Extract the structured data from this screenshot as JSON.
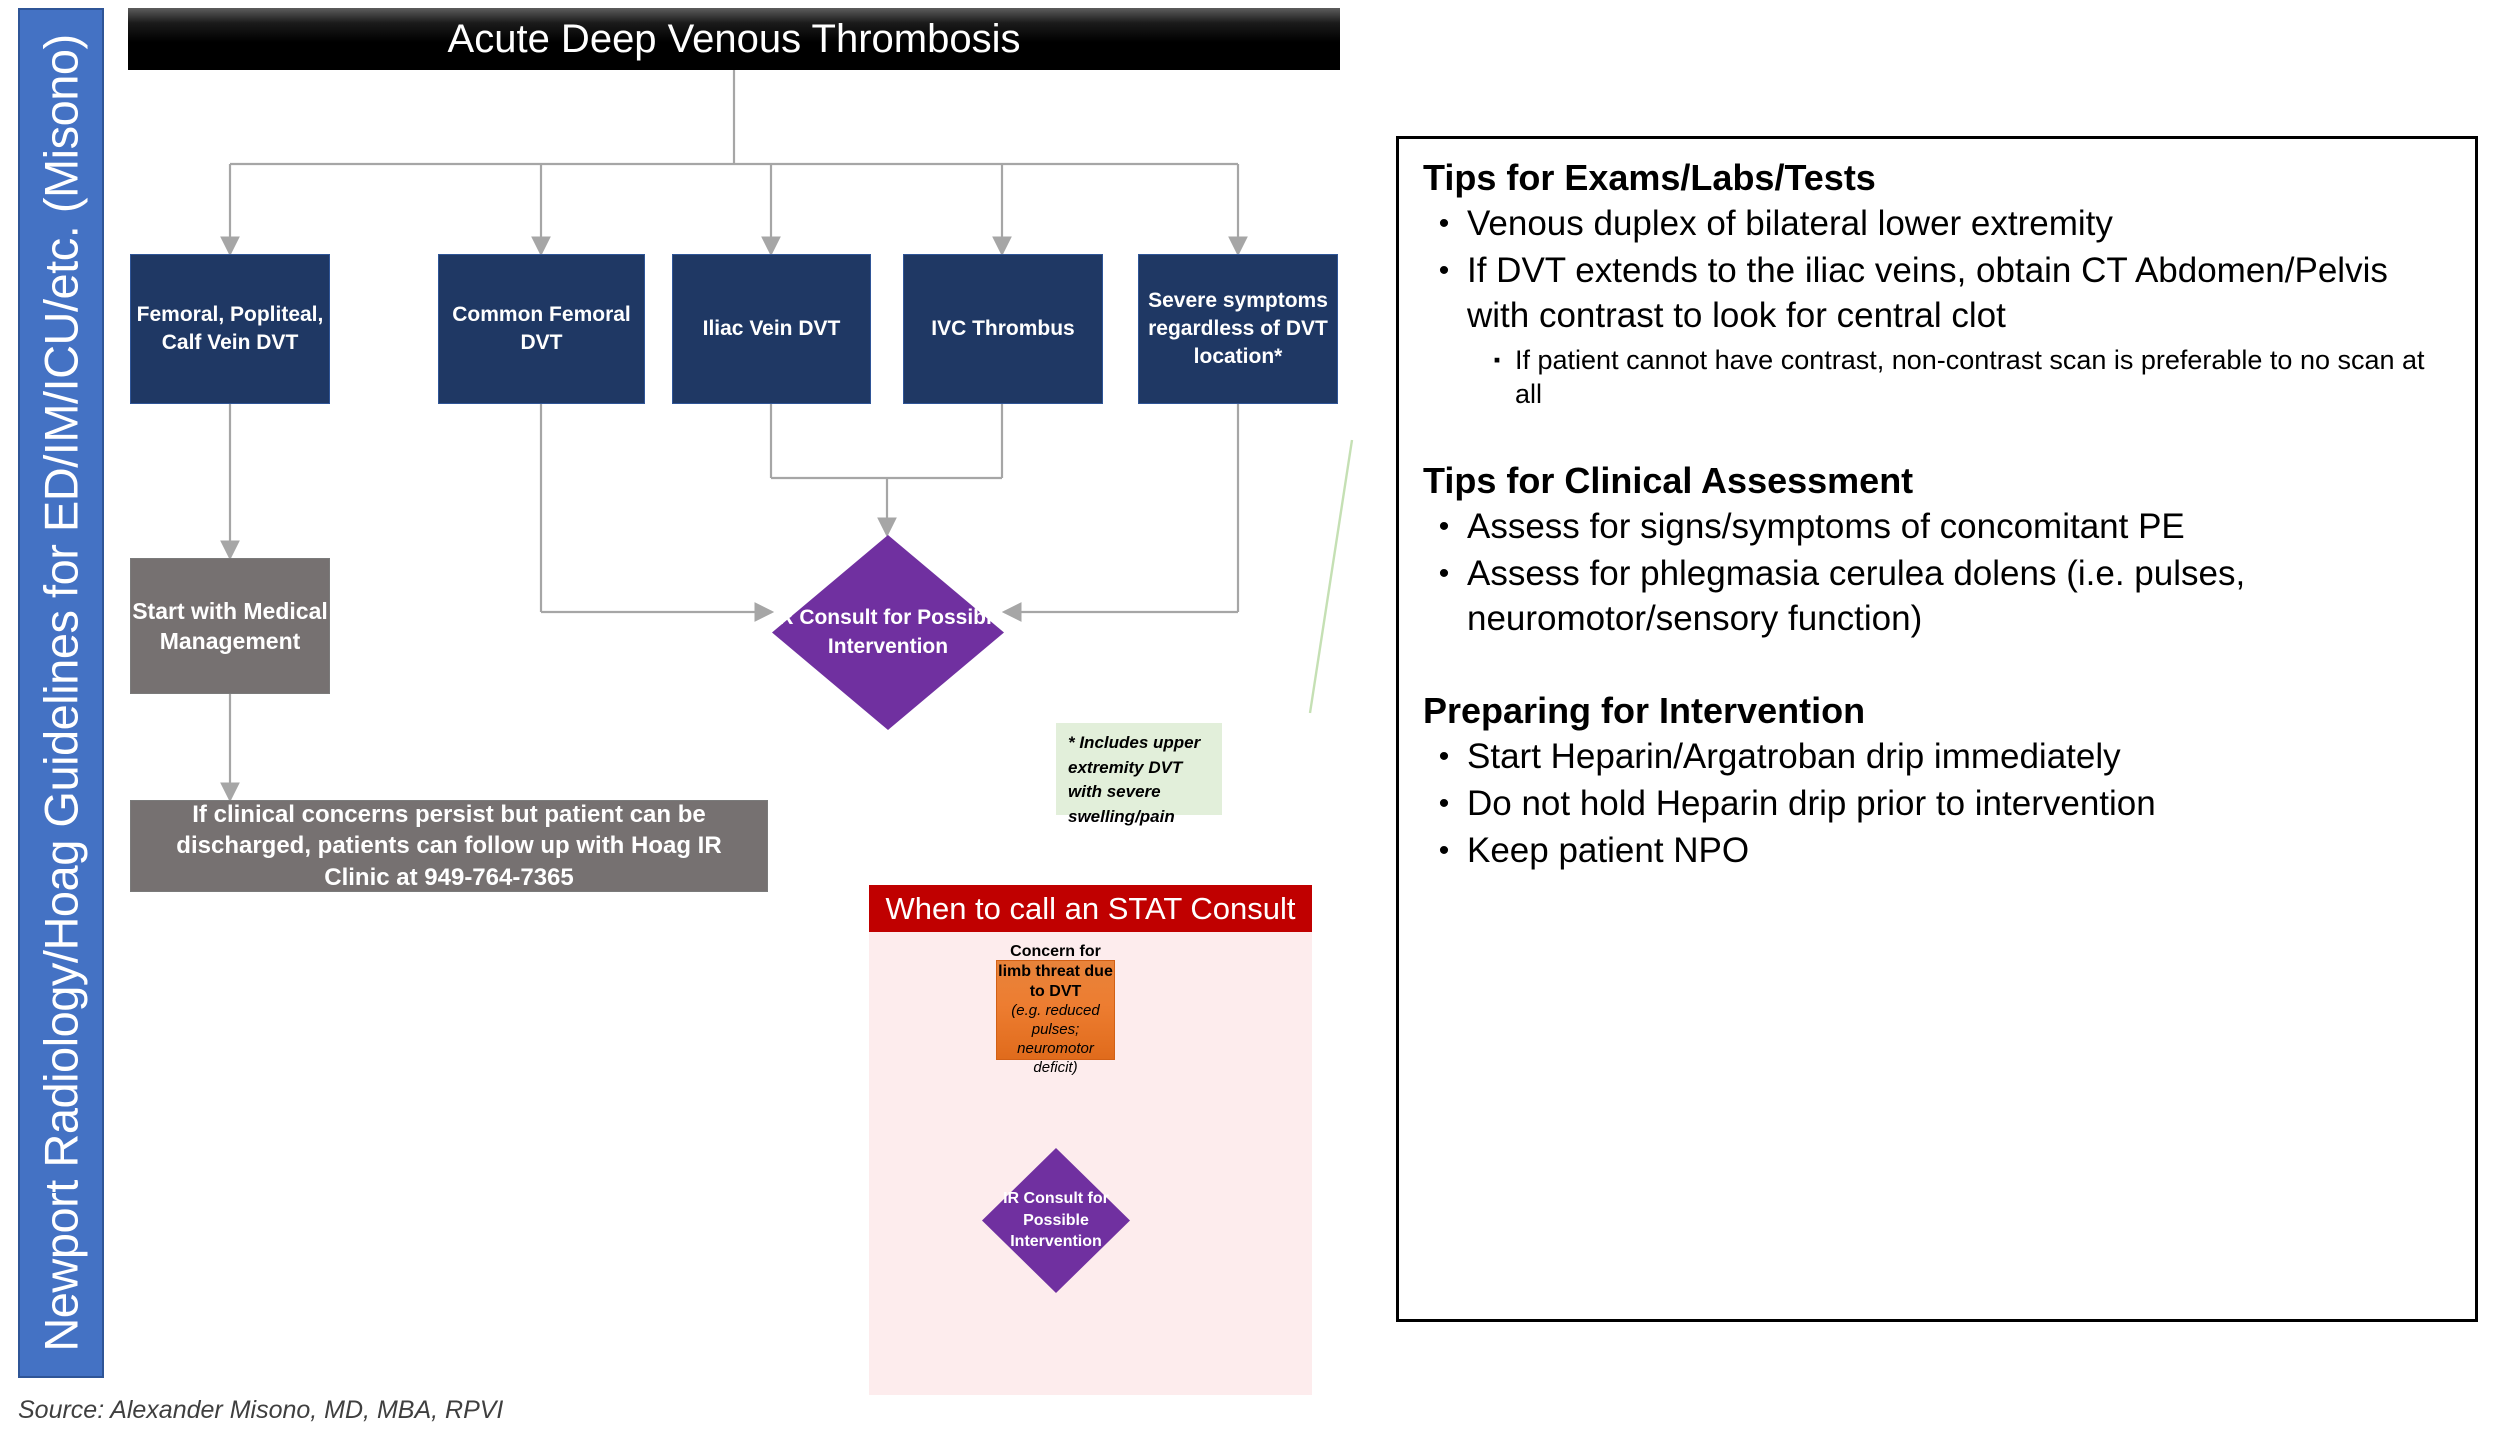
{
  "side_banner": {
    "label": "Newport Radiology/Hoag Guidelines for ED/IM/ICU/etc. (Misono)"
  },
  "source_note": "Source: Alexander Misono, MD, MBA, RPVI",
  "flowchart": {
    "title": "Acute Deep Venous Thrombosis",
    "nodes": {
      "femoral_popliteal_calf": "Femoral, Popliteal, Calf Vein DVT",
      "common_femoral": "Common Femoral DVT",
      "iliac_vein": "Iliac Vein DVT",
      "ivc_thrombus": "IVC Thrombus",
      "severe_symptoms": "Severe symptoms regardless of DVT location*",
      "medical_management": "Start with Medical Management",
      "discharge_followup": "If clinical concerns persist but patient can be discharged, patients can follow up with Hoag IR Clinic at 949-764-7365",
      "ir_consult": "IR Consult for Possible Intervention"
    },
    "footnote": "* Includes upper extremity DVT with severe swelling/pain"
  },
  "stat_section": {
    "header": "When to call an STAT Consult",
    "concern_main": "Concern for limb threat due to DVT",
    "concern_sub": "(e.g. reduced pulses; neuromotor deficit)",
    "ir_consult": "IR Consult for Possible Intervention"
  },
  "tips_panel": {
    "sections": [
      {
        "heading": "Tips for Exams/Labs/Tests",
        "items": [
          {
            "level": 1,
            "marker": "•",
            "text": "Venous duplex of bilateral lower extremity"
          },
          {
            "level": 1,
            "marker": "•",
            "text": "If DVT extends to the iliac veins, obtain CT Abdomen/Pelvis with contrast to look for central clot"
          },
          {
            "level": 2,
            "marker": "▪",
            "text": "If patient cannot have contrast, non-contrast scan is preferable to no scan at all"
          }
        ]
      },
      {
        "heading": "Tips for Clinical Assessment",
        "items": [
          {
            "level": 1,
            "marker": "•",
            "text": "Assess for signs/symptoms of concomitant PE"
          },
          {
            "level": 1,
            "marker": "•",
            "text": "Assess for phlegmasia cerulea dolens (i.e. pulses, neuromotor/sensory function)"
          }
        ]
      },
      {
        "heading": "Preparing for Intervention",
        "items": [
          {
            "level": 1,
            "marker": "•",
            "text": "Start Heparin/Argatroban drip immediately"
          },
          {
            "level": 1,
            "marker": "•",
            "text": "Do not hold Heparin drip prior to intervention"
          },
          {
            "level": 1,
            "marker": "•",
            "text": "Keep patient NPO"
          }
        ]
      }
    ]
  },
  "colors": {
    "banner_blue": "#4472c4",
    "navy": "#1f3864",
    "gray": "#767171",
    "purple": "#7030a0",
    "orange": "#ed7d31",
    "stat_red": "#c00000",
    "stat_bg": "#fdeced",
    "note_green": "#e2efda",
    "connector": "#a6a6a6"
  }
}
